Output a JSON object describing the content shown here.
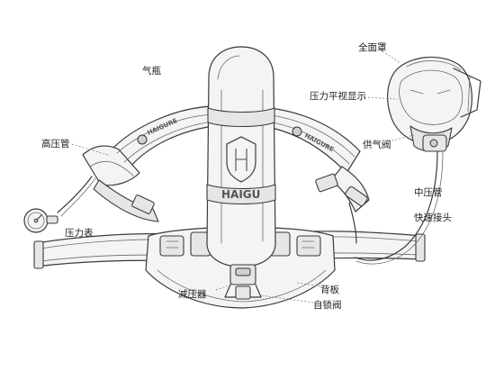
{
  "labels": {
    "cylinder": "气瓶",
    "full_face_mask": "全面罩",
    "pressure_hud": "压力平视显示",
    "supply_valve": "供气阀",
    "high_pressure_hose": "高压管",
    "medium_pressure_hose": "中压管",
    "quick_connector": "快速接头",
    "pressure_gauge": "压力表",
    "pressure_reducer": "减压器",
    "back_plate": "背板",
    "self_locking_valve": "自锁阀"
  },
  "branding": {
    "strap_brand": "HAIGURE",
    "cylinder_brand": "HAIGU"
  },
  "colors": {
    "stroke": "#3a3a3a",
    "paper": "#ffffff",
    "shade": "#e6e6e6"
  }
}
